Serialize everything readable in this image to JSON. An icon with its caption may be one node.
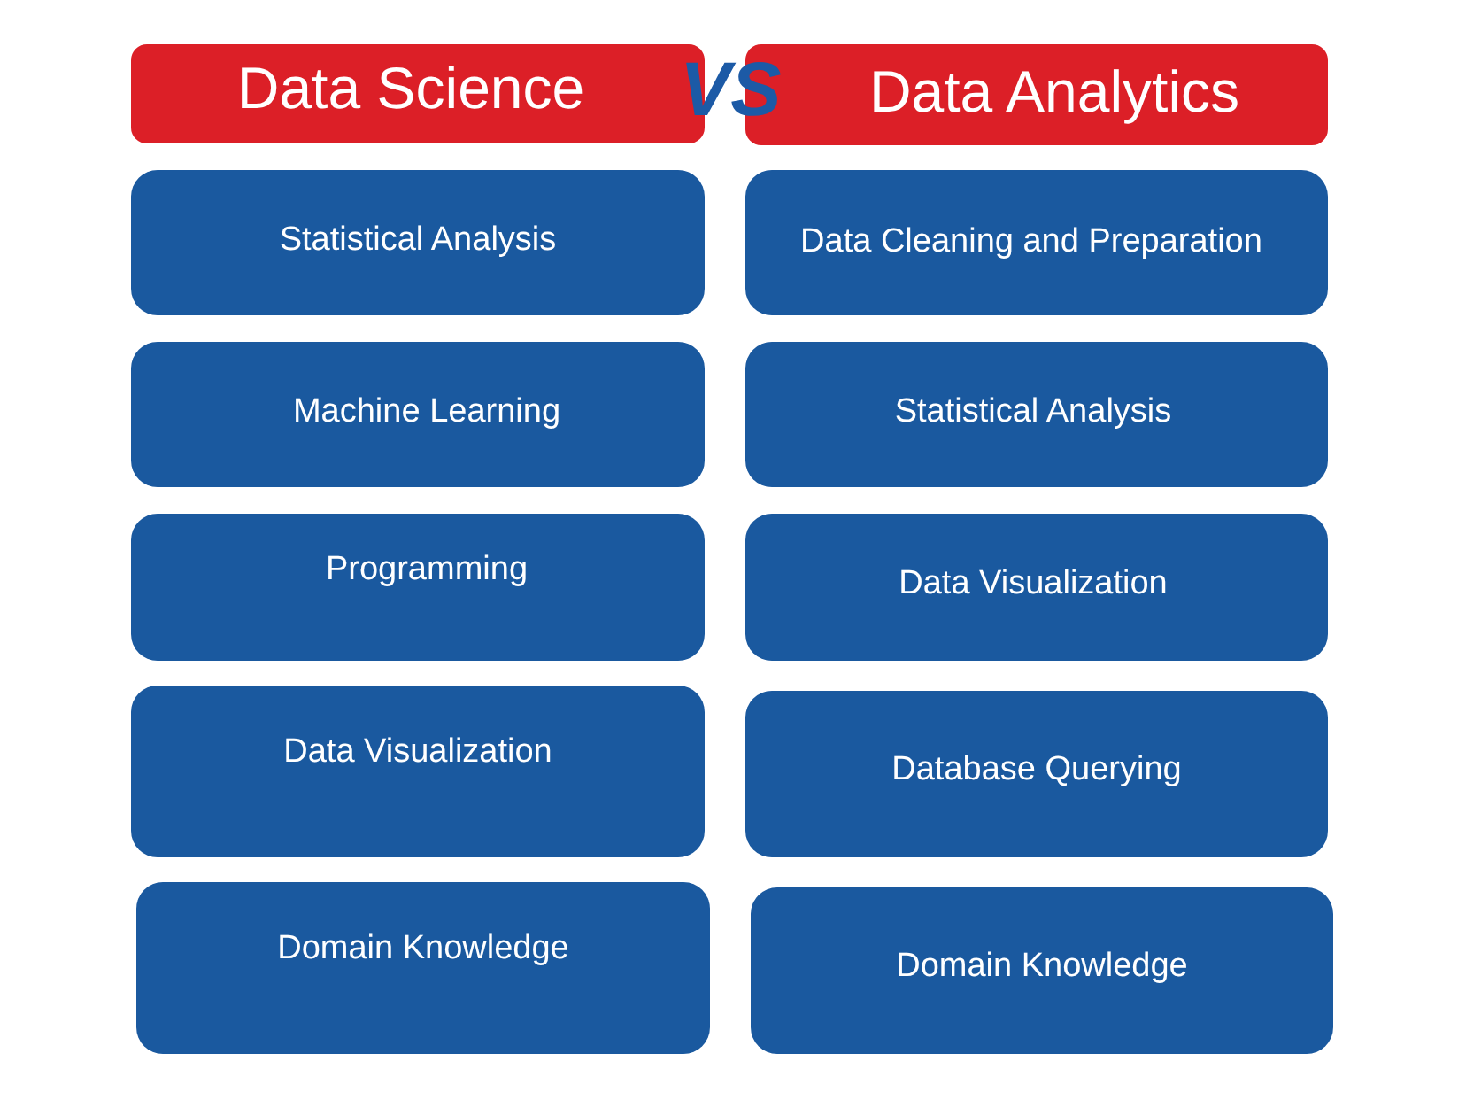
{
  "diagram": {
    "nodes": [
      {
        "text": [
          "Data Science"
        ]
      },
      {
        "text": [
          "Data Analytics"
        ]
      },
      {
        "text": [
          "Statistical Analysis"
        ]
      },
      {
        "text": [
          "Data Cleaning and Preparation"
        ]
      },
      {
        "text": [
          "Machine Learning"
        ]
      },
      {
        "text": [
          "Statistical Analysis"
        ]
      },
      {
        "text": [
          "Programming"
        ]
      },
      {
        "text": [
          "Data Visualization"
        ]
      },
      {
        "text": [
          "Data Visualization"
        ]
      },
      {
        "text": [
          "Database Querying"
        ]
      },
      {
        "text": [
          "Domain Knowledge"
        ]
      },
      {
        "text": [
          "Domain Knowledge"
        ]
      }
    ],
    "labels": [
      "VS"
    ]
  }
}
